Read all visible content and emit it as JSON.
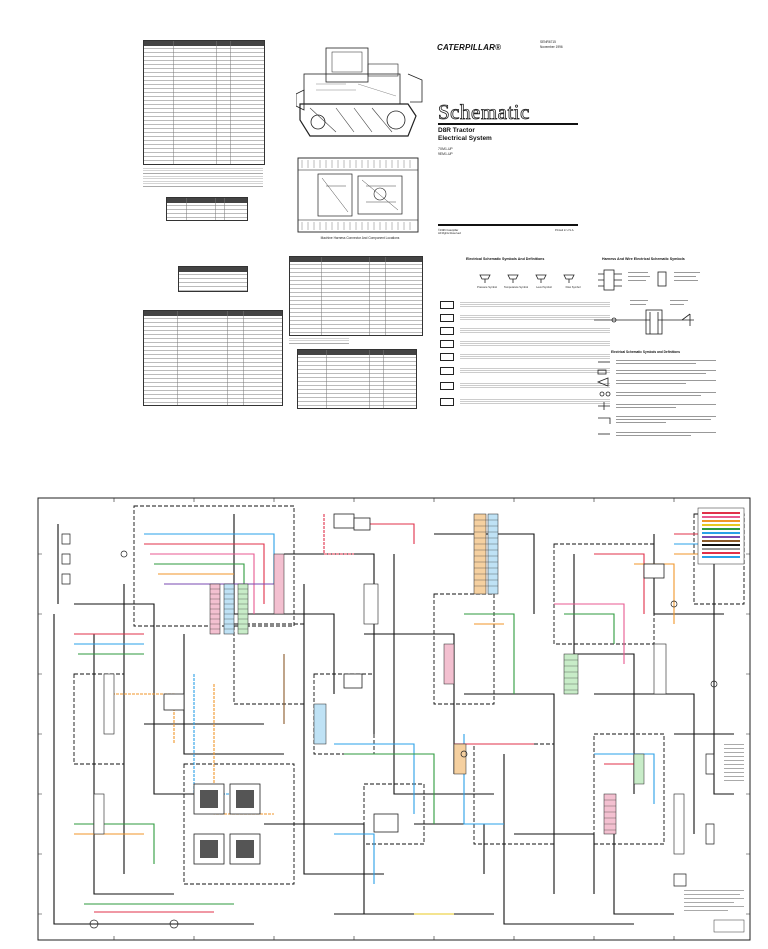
{
  "header": {
    "brand": "CATERPILLAR®",
    "doc_number": "SENR6715",
    "doc_date": "November 1996",
    "title": "Schematic",
    "subtitle_line1": "D8R Tractor",
    "subtitle_line2": "Electrical System"
  },
  "serials": [
    "7XM1-UP",
    "9EM1-UP"
  ],
  "footer": {
    "copyright": "©1996 Caterpillar",
    "rights": "All Rights Reserved",
    "printed": "Printed in U.S.A."
  },
  "captions": {
    "locations": "Machine Harness Connector And Component Locations",
    "symbols": "Electrical Schematic Symbols And Definitions",
    "harness": "Harness And Wire Electrical Schematic Symbols",
    "wire_defs": "Electrical Schematic Symbols and Definitions"
  },
  "symbol_labels": [
    "Pressure Symbol",
    "Temperature Symbol",
    "Level Symbol",
    "Flow Symbol"
  ],
  "colors": {
    "red": "#e0304a",
    "blue": "#2aa0e8",
    "green": "#2e9a3e",
    "orange": "#f0962a",
    "yellow": "#e8c820",
    "purple": "#7a4ab0",
    "pink": "#e85a90",
    "brown": "#8a5a2a",
    "black": "#111111"
  }
}
